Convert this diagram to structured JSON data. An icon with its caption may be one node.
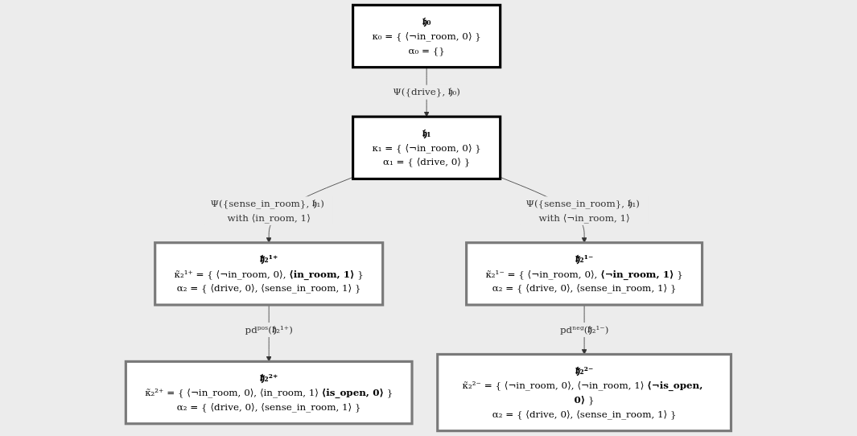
{
  "diagram": {
    "nodes": [
      {
        "text": [
          "𝖍₀",
          "κ₀ = { ⟨¬in_room, 0⟩ }",
          "α₀ = {}"
        ]
      },
      {
        "text": [
          "𝖍₁",
          "κ₁ = { ⟨¬in_room, 0⟩ }",
          "α₁ = { ⟨drive, 0⟩ }"
        ]
      },
      {
        "text": [
          "𝖍̃₂¹⁺",
          "κ̃₂¹⁺ = { ⟨¬in_room, 0⟩, **⟨in_room, 1⟩** }",
          "α₂ = { ⟨drive, 0⟩, ⟨sense_in_room, 1⟩ }"
        ]
      },
      {
        "text": [
          "𝖍̃₂¹⁻",
          "κ̃₂¹⁻ = { ⟨¬in_room, 0⟩, **⟨¬in_room, 1⟩** }",
          "α₂ = { ⟨drive, 0⟩, ⟨sense_in_room, 1⟩ }"
        ]
      },
      {
        "text": [
          "𝖍̃₂²⁺",
          "κ̃₂²⁺ = { ⟨¬in_room, 0⟩, ⟨in_room, 1⟩ **⟨is_open, 0⟩** }",
          "α₂ = { ⟨drive, 0⟩, ⟨sense_in_room, 1⟩ }"
        ]
      },
      {
        "text": [
          "𝖍̃₂²⁻",
          "κ̃₂²⁻ = { ⟨¬in_room, 0⟩, ⟨¬in_room, 1⟩ **⟨¬is_open, 0⟩** }",
          "α₂ = { ⟨drive, 0⟩, ⟨sense_in_room, 1⟩ }"
        ]
      }
    ],
    "edges": [
      {
        "from": 0,
        "to": 1,
        "arrow": "to",
        "label": "Ψ({drive}, 𝖍₀)"
      },
      {
        "from": 1,
        "to": 2,
        "arrow": "to",
        "label": "Ψ({sense_in_room}, 𝖍₁) with ⟨in_room, 1⟩"
      },
      {
        "from": 1,
        "to": 3,
        "arrow": "to",
        "label": "Ψ({sense_in_room}, 𝖍₁) with ⟨¬in_room, 1⟩"
      },
      {
        "from": 2,
        "to": 4,
        "arrow": "to",
        "label": "pdᵖᵒˢ(𝖍̃₂¹⁺)"
      },
      {
        "from": 3,
        "to": 5,
        "arrow": "to",
        "label": "pdⁿᵉᵍ(𝖍̃₂¹⁻)"
      }
    ]
  }
}
